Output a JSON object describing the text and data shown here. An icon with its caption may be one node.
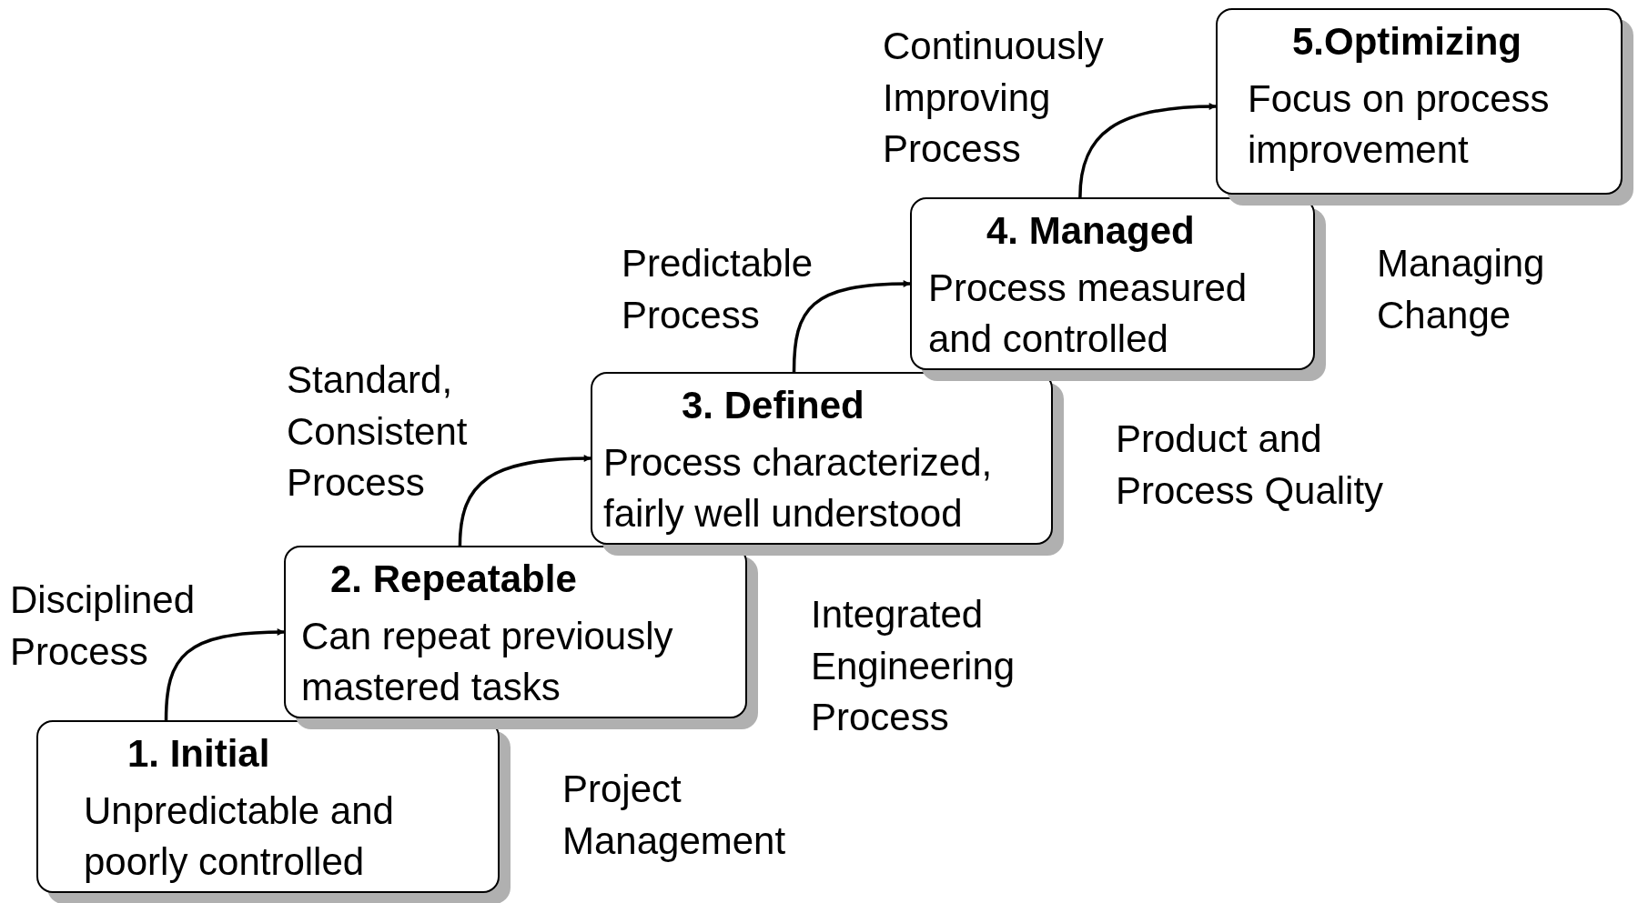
{
  "diagram": {
    "nodes": [
      {
        "text": [
          "1. Initial",
          "Unpredictable and poorly controlled"
        ]
      },
      {
        "text": [
          "2. Repeatable",
          "Can repeat previously mastered tasks"
        ]
      },
      {
        "text": [
          "3. Defined",
          "Process characterized, fairly well understood"
        ]
      },
      {
        "text": [
          "4. Managed",
          "Process measured and controlled"
        ]
      },
      {
        "text": [
          "5.Optimizing",
          "Focus on process improvement"
        ]
      }
    ],
    "edges": [
      {
        "from": 0,
        "to": 1,
        "arrow": "to"
      },
      {
        "from": 1,
        "to": 2,
        "arrow": "to"
      },
      {
        "from": 2,
        "to": 3,
        "arrow": "to"
      },
      {
        "from": 3,
        "to": 4,
        "arrow": "to"
      }
    ],
    "labels": [
      "Continuously Improving Process",
      "Predictable Process",
      "Managing Change",
      "Standard, Consistent Process",
      "Product and Process Quality",
      "Disciplined Process",
      "Integrated Engineering Process",
      "Project Management"
    ]
  }
}
